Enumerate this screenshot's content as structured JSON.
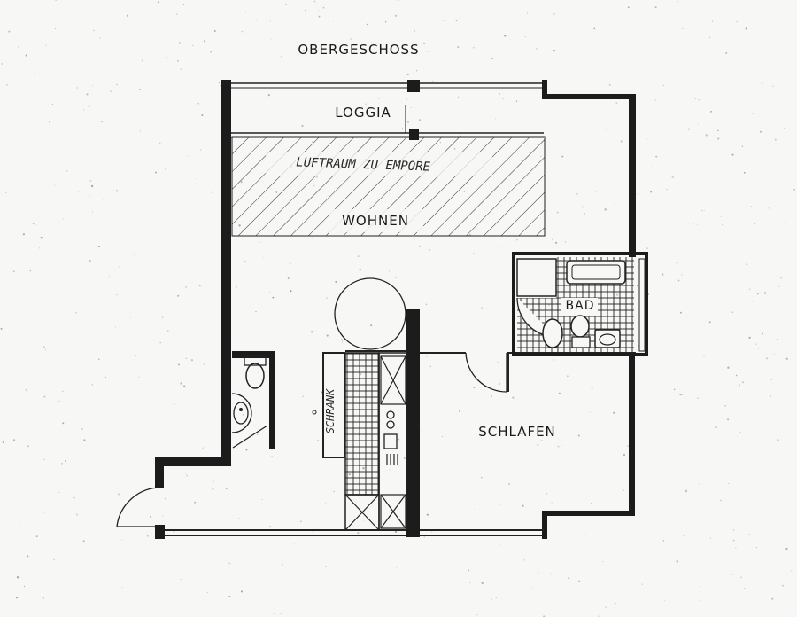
{
  "plan": {
    "floor_label": "OBERGESCHOSS",
    "rooms": {
      "loggia": "LOGGIA",
      "void_note": "LUFTRAUM ZU EMPORE",
      "wohnen": "WOHNEN",
      "bad": "BAD",
      "schlafen": "SCHLAFEN",
      "schrank": "SCHRANK"
    }
  }
}
